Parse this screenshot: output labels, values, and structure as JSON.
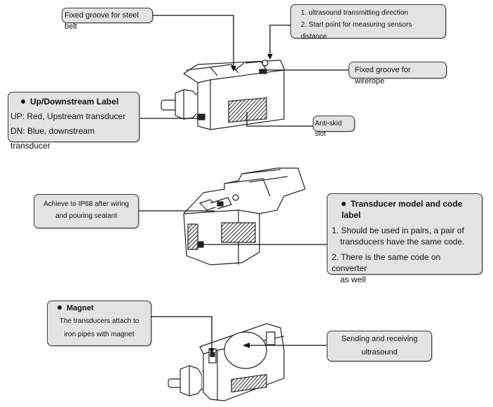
{
  "callouts": {
    "steel_belt": "Fixed groove for steel belt",
    "direction": {
      "line1": "1. ultrasound transmitting direction",
      "line2": "2. Start point for measuring sensors distance"
    },
    "wirerope": "Fixed groove for wirerope",
    "updown": {
      "title": "Up/Downstream Label",
      "line1": "UP: Red, Upstream transducer",
      "line2": "DN: Blue, downstream transducer"
    },
    "antiskid": "Anti-skid slot",
    "ip68": {
      "line1": "Achieve to IP68 after wiring",
      "line2": "and pouring sealant"
    },
    "code_label": {
      "title": "Transducer model and code label",
      "item1_line1": "1. Should be used in pairs, a pair of",
      "item1_line2": "transducers have the same code.",
      "item2_line1": "2. There is the same code on converter",
      "item2_line2": "as well"
    },
    "magnet": {
      "title": "Magnet",
      "line1": "The transducers attach to",
      "line2": "iron pipes with magnet"
    },
    "sending": {
      "line1": "Sending and receiving",
      "line2": "ultrasound"
    }
  }
}
